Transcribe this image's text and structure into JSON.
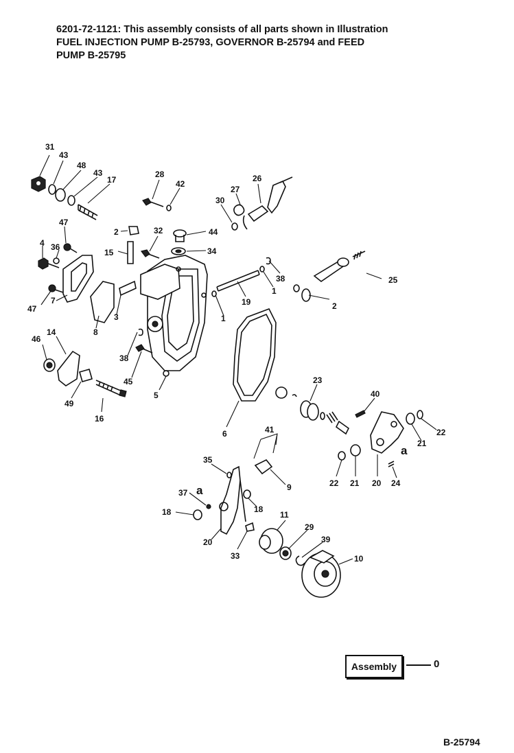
{
  "header": {
    "line1": "6201-72-1121: This assembly consists of all parts shown in Illustration",
    "line2": "FUEL INJECTION PUMP B-25793, GOVERNOR B-25794 and FEED",
    "line3": "PUMP B-25795"
  },
  "assembly": {
    "label": "Assembly",
    "number": "0"
  },
  "figure_ref": "B-25794",
  "callouts": {
    "c31": "31",
    "c43a": "43",
    "c48": "48",
    "c43b": "43",
    "c17": "17",
    "c28": "28",
    "c42": "42",
    "c26": "26",
    "c27": "27",
    "c30": "30",
    "c47a": "47",
    "c2a": "2",
    "c32": "32",
    "c44": "44",
    "c4": "4",
    "c36": "36",
    "c15": "15",
    "c34": "34",
    "c38a": "38",
    "c1a": "1",
    "c25": "25",
    "c2b": "2",
    "c47b": "47",
    "c7": "7",
    "c8": "8",
    "c3": "3",
    "c19": "19",
    "c1b": "1",
    "c46": "46",
    "c14": "14",
    "c38b": "38",
    "c45": "45",
    "c5": "5",
    "c49": "49",
    "c16": "16",
    "c6": "6",
    "c23": "23",
    "c40": "40",
    "c22a": "22",
    "c21a": "21",
    "c41": "41",
    "c35": "35",
    "c9": "9",
    "c22b": "22",
    "c21b": "21",
    "c20a": "20",
    "c24": "24",
    "c37": "37",
    "c18a": "18",
    "c18b": "18",
    "c11": "11",
    "c29": "29",
    "c39": "39",
    "c20b": "20",
    "c33": "33",
    "c10": "10",
    "a1": "a",
    "a2": "a"
  }
}
